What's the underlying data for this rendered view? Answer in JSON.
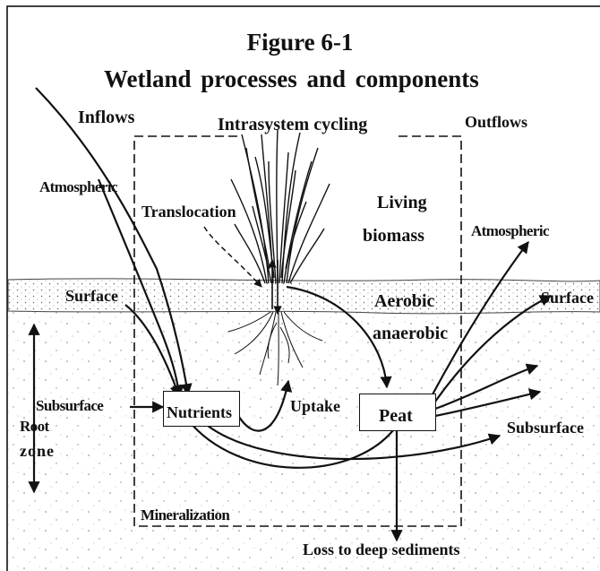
{
  "figure": {
    "number": "Figure 6-1",
    "title": "Wetland processes and components"
  },
  "labels": {
    "inflows": "Inflows",
    "intrasystem": "Intrasystem cycling",
    "outflows": "Outflows",
    "atmospheric_in": "Atmospheric",
    "translocation": "Translocation",
    "living": "Living",
    "biomass": "biomass",
    "atmospheric_out": "Atmospheric",
    "surface_in": "Surface",
    "aerobic": "Aerobic",
    "surface_out": "Surface",
    "anaerobic": "anaerobic",
    "subsurface_in": "Subsurface",
    "nutrients": "Nutrients",
    "uptake": "Uptake",
    "peat": "Peat",
    "subsurface_out": "Subsurface",
    "root": "Root",
    "zone": "zone",
    "mineralization": "Mineralization",
    "loss": "Loss to deep sediments"
  }
}
